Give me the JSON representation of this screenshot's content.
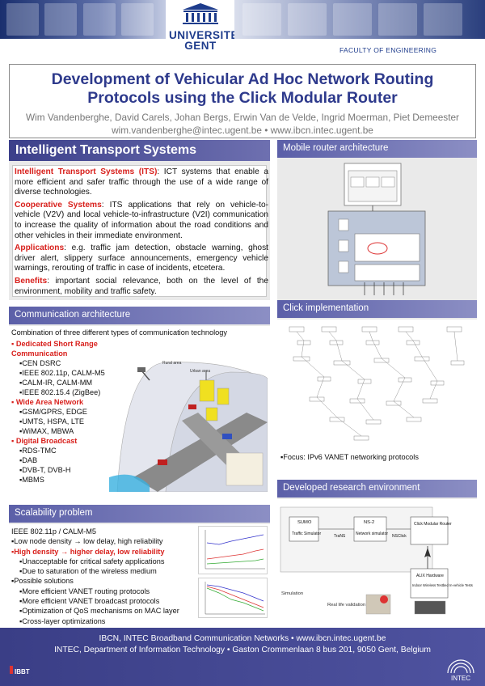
{
  "header": {
    "logo_line1": "UNIVERSITEIT",
    "logo_line2": "GENT",
    "faculty": "FACULTY OF ENGINEERING"
  },
  "title": {
    "line1": "Development of Vehicular Ad Hoc Network Routing",
    "line2": "Protocols using the Click Modular Router",
    "authors": "Wim Vandenberghe, David Carels, Johan Bergs, Erwin Van de Velde, Ingrid Moerman, Piet Demeester",
    "contact": "wim.vandenberghe@intec.ugent.be • www.ibcn.intec.ugent.be"
  },
  "its": {
    "heading": "Intelligent Transport Systems",
    "p1_label": "Intelligent Transport Systems (ITS)",
    "p1_text": ": ICT systems that enable a more efficient and safer traffic through the use of a wide range of diverse technologies.",
    "p2_label": "Cooperative Systems",
    "p2_text": ": ITS applications that rely on vehicle-to-vehicle (V2V) and local vehicle-to-infrastructure (V2I) communication to increase the quality of information about the road conditions and other vehicles in their immediate environment.",
    "p3_label": "Applications",
    "p3_text": ": e.g. traffic jam detection, obstacle warning, ghost driver alert, slippery surface announcements, emergency vehicle warnings, rerouting of traffic in case of incidents, etcetera.",
    "p4_label": "Benefits",
    "p4_text": ": important social relevance, both on the level of the environment, mobility and traffic safety."
  },
  "mobile": {
    "heading": "Mobile router architecture"
  },
  "comm": {
    "heading": "Communication architecture",
    "intro": "Combination of three different types of communication technology",
    "g1": "Dedicated Short Range Communication",
    "g1_items": [
      "CEN DSRC",
      "IEEE 802.11p, CALM-M5",
      "CALM-IR, CALM-MM",
      "IEEE 802.15.4 (ZigBee)"
    ],
    "g2": "Wide Area Network",
    "g2_items": [
      "GSM/GPRS, EDGE",
      "UMTS, HSPA, LTE",
      "WiMAX, MBWA"
    ],
    "g3": "Digital Broadcast",
    "g3_items": [
      "RDS-TMC",
      "DAB",
      "DVB-T, DVB-H",
      "MBMS"
    ],
    "rural": "Rural area",
    "urban": "Urban area"
  },
  "click": {
    "heading": "Click implementation",
    "focus": "Focus: IPv6 VANET networking protocols"
  },
  "scal": {
    "heading": "Scalability problem",
    "std": "IEEE 802.11p / CALM-M5",
    "l1": "Low node density → low delay, high reliability",
    "l2": "High density → higher delay, low reliability",
    "l2a": "Unacceptable for critical safety applications",
    "l2b": "Due to saturation of the wireless medium",
    "l3": "Possible solutions",
    "l3a": "More efficient VANET routing protocols",
    "l3b": "More efficient VANET broadcast protocols",
    "l3c": "Optimization of QoS mechanisms on MAC layer",
    "l3d": "Cross-layer optimizations"
  },
  "research": {
    "heading": "Developed research environment",
    "sumo": "SUMO",
    "sumo_sub": "Traffic Simulator",
    "traNS": "TraNS",
    "ns2": "NS-2",
    "ns2_sub": "Network simulator",
    "nsclick": "NSClick",
    "click": "Click Modular Router",
    "alix": "ALIX Hardware",
    "alix_sub": "Indoor Wireless Testbed In-vehicle Tests",
    "simulation": "Simulation",
    "reallife": "Real life validation"
  },
  "footer": {
    "line1": "IBCN, INTEC Broadband Communication Networks • www.ibcn.intec.ugent.be",
    "line2": "INTEC, Department of Information Technology • Gaston Crommenlaan 8 bus 201, 9050 Gent, Belgium",
    "ibbt": "IBBT",
    "intec": "INTEC"
  }
}
